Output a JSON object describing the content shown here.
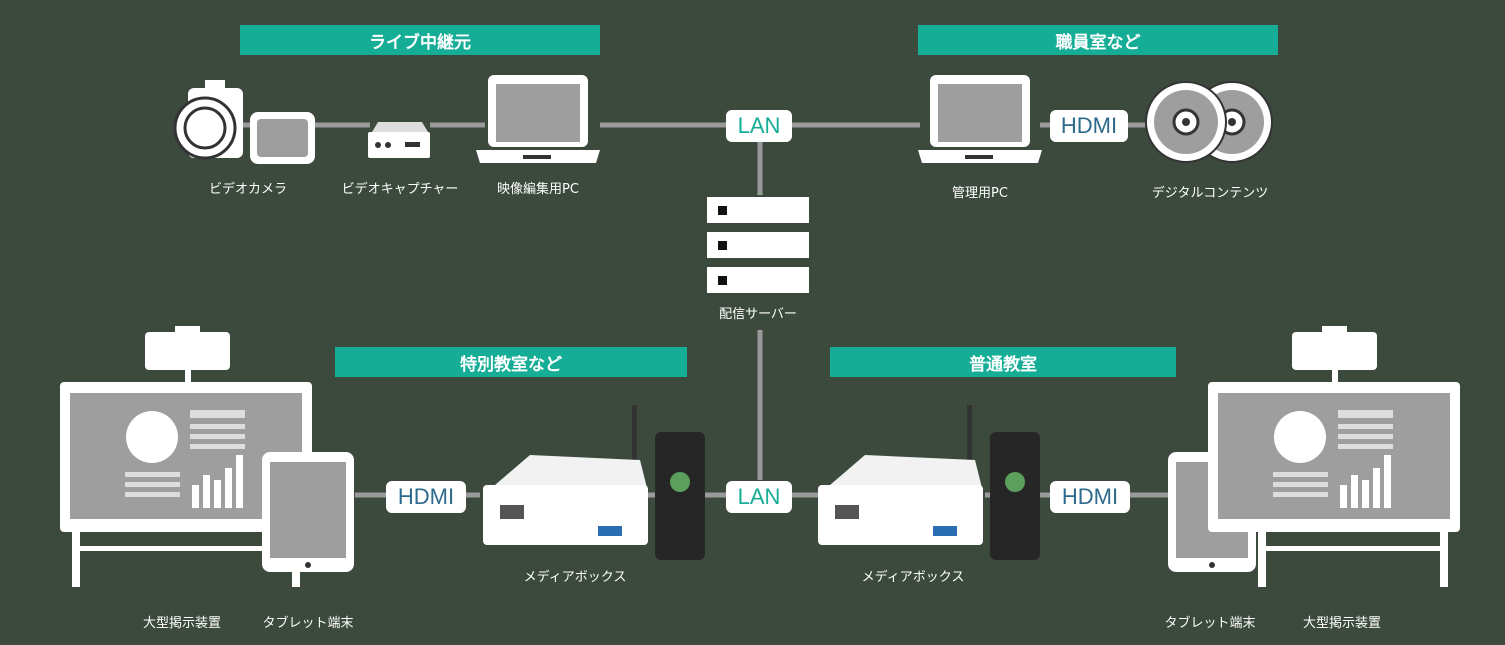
{
  "sections": {
    "source": "ライブ中継元",
    "staff_room": "職員室など",
    "special_room": "特別教室など",
    "classroom": "普通教室"
  },
  "devices": {
    "video_camera": "ビデオカメラ",
    "video_capture": "ビデオキャプチャー",
    "editing_pc": "映像編集用PC",
    "admin_pc": "管理用PC",
    "digital_contents": "デジタルコンテンツ",
    "server": "配信サーバー",
    "media_box_left": "メディアボックス",
    "media_box_right": "メディアボックス",
    "display_left": "大型掲示装置",
    "tablet_left": "タブレット端末",
    "tablet_right": "タブレット端末",
    "display_right": "大型掲示装置"
  },
  "connections": {
    "lan_top": "LAN",
    "hdmi_top": "HDMI",
    "lan_bottom": "LAN",
    "hdmi_left": "HDMI",
    "hdmi_right": "HDMI"
  },
  "colors": {
    "background": "#3b4a3d",
    "accent": "#16ad96",
    "hdmi_text": "#2d6a8c"
  }
}
